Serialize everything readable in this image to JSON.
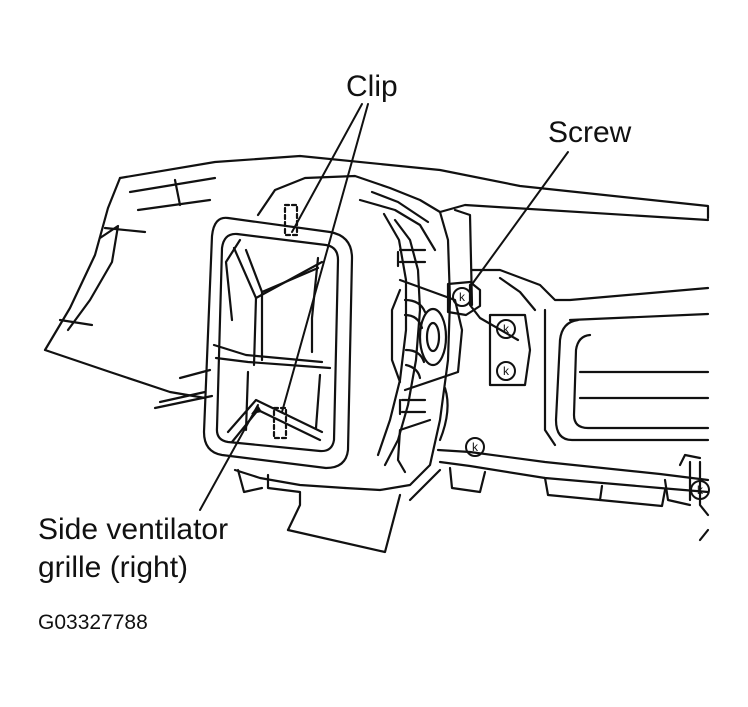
{
  "diagram": {
    "labels": {
      "clip": "Clip",
      "screw": "Screw",
      "grille_line1": "Side ventilator",
      "grille_line2": "grille (right)"
    },
    "figure_code": "G03327788",
    "screw_mark": "k",
    "colors": {
      "line": "#111111",
      "background": "#ffffff"
    }
  }
}
